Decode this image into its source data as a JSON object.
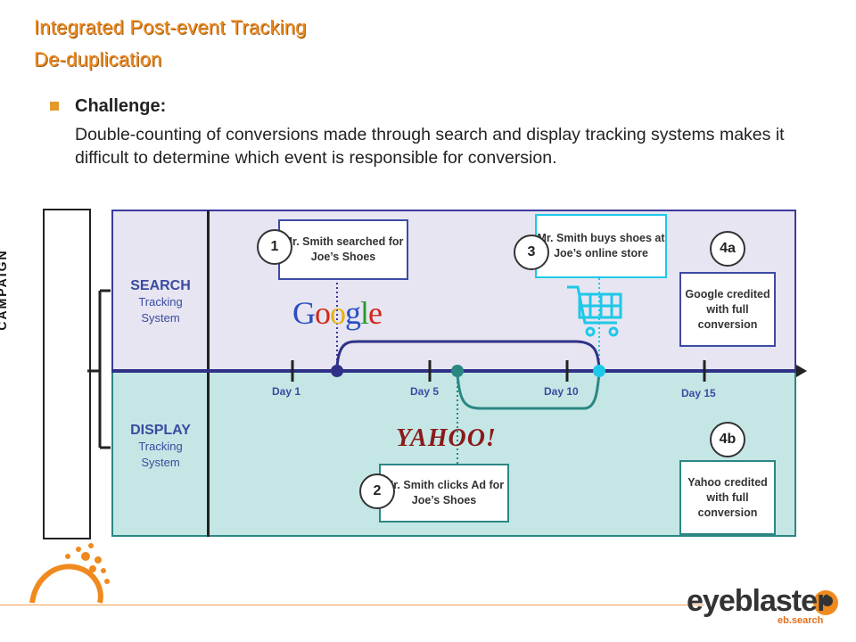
{
  "header": {
    "title_line1": "Integrated Post-event Tracking",
    "title_line2": "De-duplication"
  },
  "challenge": {
    "label": "Challenge:",
    "text": "Double-counting of conversions made through search and display tracking systems makes it difficult to determine which event is responsible for conversion."
  },
  "diagram": {
    "campaign_label": "CAMPAIGN",
    "search_system": {
      "name": "SEARCH",
      "line1": "Tracking",
      "line2": "System"
    },
    "display_system": {
      "name": "DISPLAY",
      "line1": "Tracking",
      "line2": "System"
    },
    "days": [
      "Day 1",
      "Day 5",
      "Day 10",
      "Day 15"
    ],
    "steps": [
      {
        "num": "1",
        "text": "Mr. Smith searched for Joe’s Shoes"
      },
      {
        "num": "2",
        "text": "Mr. Smith clicks Ad for Joe’s Shoes"
      },
      {
        "num": "3",
        "text": "Mr. Smith buys shoes at Joe’s online store"
      },
      {
        "num": "4a",
        "text": "Google credited with full conversion"
      },
      {
        "num": "4b",
        "text": "Yahoo credited with full conversion"
      }
    ],
    "logos": {
      "google": "Google",
      "yahoo": "YAHOO!"
    }
  },
  "brand": {
    "name": "eyeblaster",
    "sub": "eb.search"
  },
  "colors": {
    "accent_orange": "#f08a1e",
    "search_blue": "#3c3aa0",
    "display_teal": "#2b8783",
    "dot_cyan": "#1ec8e8"
  },
  "icons": [
    "shopping-cart-icon",
    "sun-logo-icon"
  ]
}
